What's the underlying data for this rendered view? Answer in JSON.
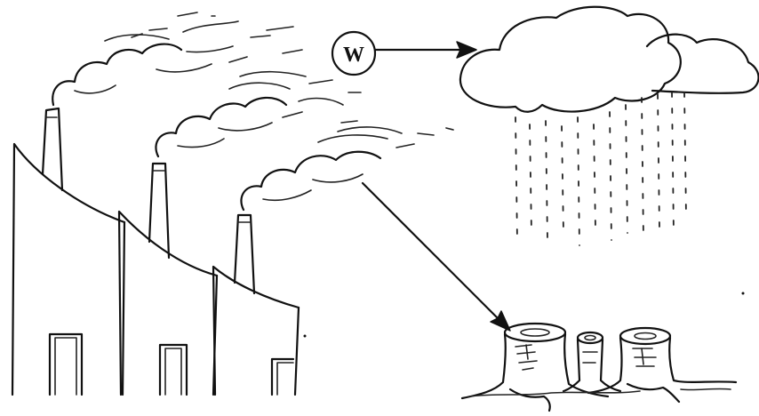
{
  "diagram": {
    "marker_label": "W",
    "colors": {
      "ink": "#111111",
      "background": "#ffffff"
    }
  },
  "elements": {
    "factory_count": 3,
    "chimney_count": 3,
    "smoke_plume_count": 3,
    "cloud_count": 2,
    "tree_stump_count": 3,
    "arrow_count": 2
  }
}
